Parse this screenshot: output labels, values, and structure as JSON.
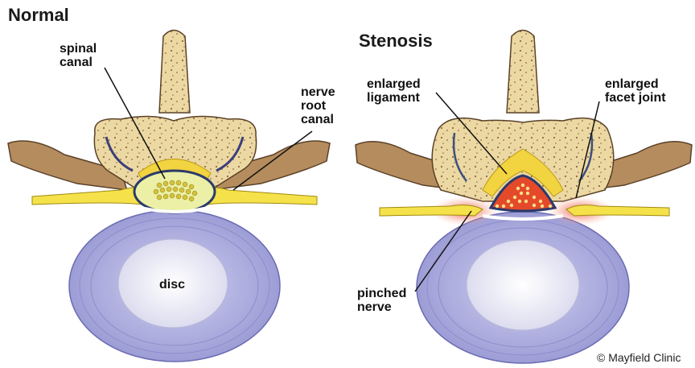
{
  "panels": {
    "normal": {
      "title": "Normal"
    },
    "stenosis": {
      "title": "Stenosis"
    }
  },
  "labels": {
    "spinal_canal": "spinal\ncanal",
    "nerve_root_canal": "nerve\nroot\ncanal",
    "disc": "disc",
    "enlarged_ligament": "enlarged\nligament",
    "enlarged_facet_joint": "enlarged\nfacet joint",
    "pinched_nerve": "pinched\nnerve"
  },
  "credit": "© Mayfield Clinic",
  "colors": {
    "bone": "#e9d49c",
    "bone_dark": "#a8875a",
    "process": "#b08a5c",
    "disc": "#b9b9e6",
    "disc_ring": "#8a8ac9",
    "nucleus": "#f2f2f8",
    "ligament": "#f3d63a",
    "cord_fill": "#ecf3a8",
    "pinched_red": "#e0402c",
    "inflamed": "#f1a07a",
    "dura": "#2b3a6b"
  }
}
